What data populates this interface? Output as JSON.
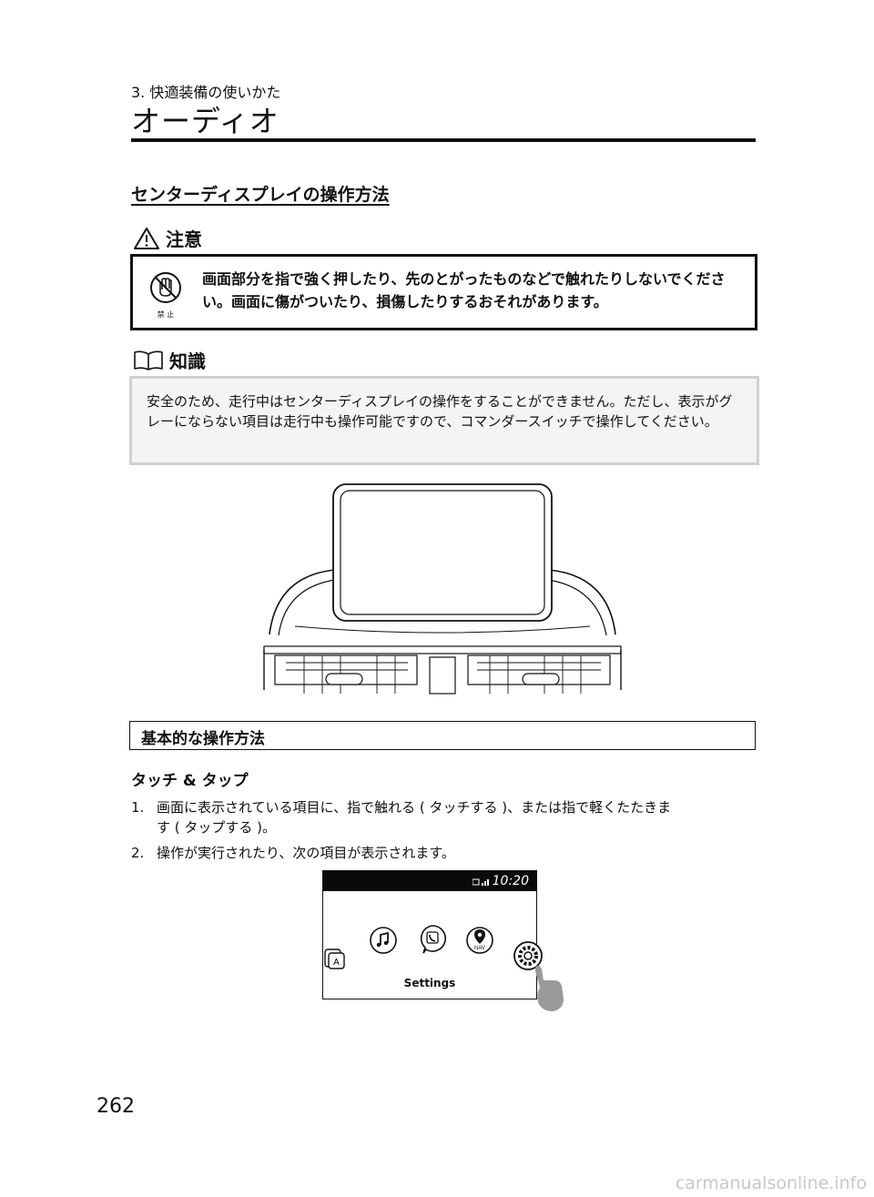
{
  "header": {
    "chapter": "3. 快適装備の使いかた",
    "section_title": "オーディオ"
  },
  "heading": "センターディスプレイの操作方法",
  "caution": {
    "title": "注意",
    "icon_label": "禁 止",
    "text": "画面部分を指で強く押したり、先のとがったものなどで触れたりしないでください。画面に傷がついたり、損傷したりするおそれがあります。"
  },
  "info": {
    "title": "知識",
    "text": "安全のため、走行中はセンターディスプレイの操作をすることができません。ただし、表示がグレーにならない項目は走行中も操作可能ですので、コマンダースイッチで操作してください。"
  },
  "basic": {
    "title": "基本的な操作方法",
    "touch_title": "タッチ & タップ",
    "steps": [
      {
        "num": "1.",
        "line1": "画面に表示されている項目に、指で触れる ( タッチする )、または指で軽くたたきま",
        "line2": "す ( タップする )。"
      },
      {
        "num": "2.",
        "line1": "操作が実行されたり、次の項目が表示されます。"
      }
    ]
  },
  "screen": {
    "clock": "10:20",
    "settings_label": "Settings",
    "icons": [
      "apps-icon",
      "music-icon",
      "phone-icon",
      "navigation-icon",
      "settings-gear-icon"
    ],
    "nav_icon_text": "NAV",
    "apps_icon_text": "A"
  },
  "page_number": "262",
  "footer": "carmanualsonline.info"
}
